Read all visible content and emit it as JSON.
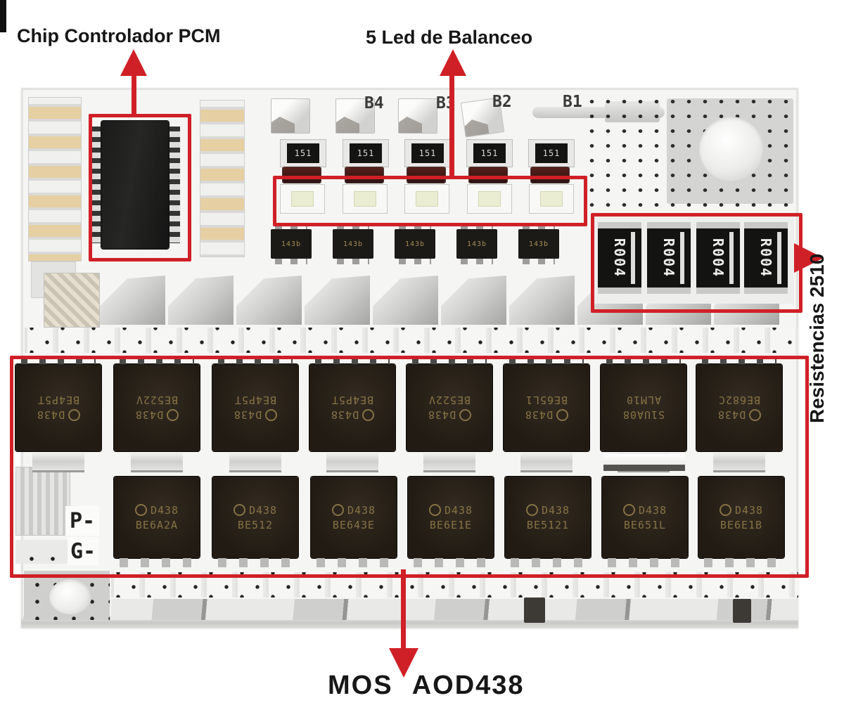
{
  "colors": {
    "accent": "#d02027",
    "board": "#f5f5f3",
    "gold_marking": "#8a7747"
  },
  "annotations": {
    "chip_controller": "Chip Controlador PCM",
    "balance_leds": "5 Led de Balanceo",
    "resistors": "Resistencias 2510",
    "mosfets": "MOS AOD438"
  },
  "board": {
    "cell_labels": [
      "B4",
      "B3",
      "B2",
      "B1"
    ],
    "terminal_labels": [
      "P-",
      "G-"
    ],
    "top_resistors": [
      "151",
      "151",
      "151",
      "151",
      "151"
    ],
    "balance_transistors": [
      "143b",
      "143b",
      "143b",
      "143b",
      "143b"
    ],
    "shunt_resistors": [
      "R004",
      "R004",
      "R004",
      "R004"
    ],
    "mosfets_top": [
      {
        "l1": "D438",
        "l2": "BE4P5T"
      },
      {
        "l1": "D438",
        "l2": "BE522V"
      },
      {
        "l1": "D438",
        "l2": "BE4P5T"
      },
      {
        "l1": "D438",
        "l2": "BE4P5T"
      },
      {
        "l1": "D438",
        "l2": "BE522V"
      },
      {
        "l1": "D438",
        "l2": "BE65L1"
      },
      {
        "l1": "S1UA08",
        "l2": "ALM10"
      },
      {
        "l1": "D438",
        "l2": "BE682C"
      }
    ],
    "mosfets_bottom": [
      {
        "l1": "D438",
        "l2": "BE6A2A"
      },
      {
        "l1": "D438",
        "l2": "BE512"
      },
      {
        "l1": "D438",
        "l2": "BE643E"
      },
      {
        "l1": "D438",
        "l2": "BE6E1E"
      },
      {
        "l1": "D438",
        "l2": "BE5121"
      },
      {
        "l1": "D438",
        "l2": "BE651L"
      },
      {
        "l1": "D438",
        "l2": "BE6E1B"
      }
    ]
  }
}
